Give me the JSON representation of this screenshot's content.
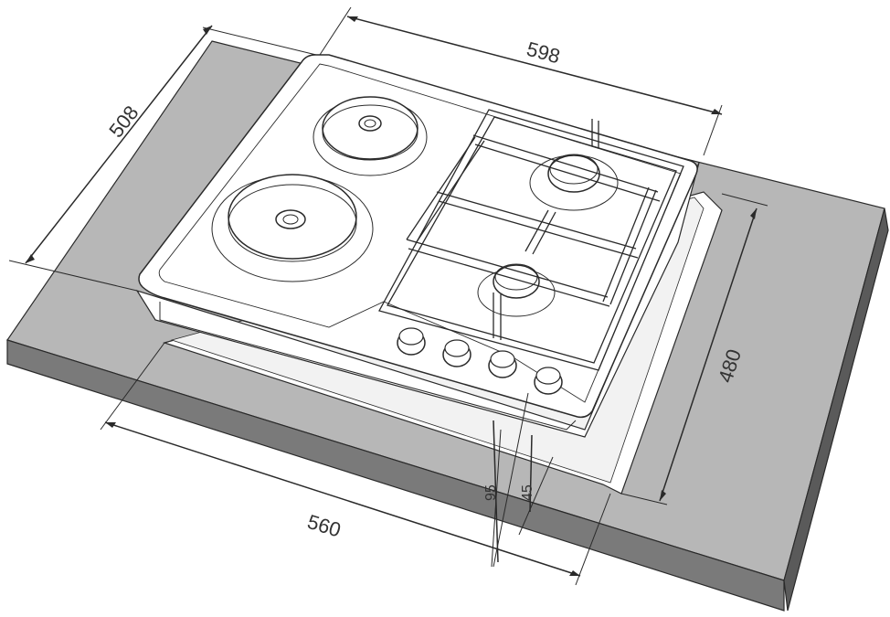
{
  "dimensions": {
    "hob_width": "598",
    "hob_depth": "508",
    "cutout_width": "560",
    "cutout_depth": "480",
    "hob_height": "95",
    "embed_depth": "45"
  },
  "colors": {
    "countertop_top": "#b7b7b7",
    "countertop_front": "#7a7a7a",
    "countertop_side": "#5a5a5a",
    "hob_surface": "#ffffff",
    "line": "#2a2a2a"
  },
  "components": {
    "electric_plates": 2,
    "gas_burners": 2,
    "control_knobs": 4
  }
}
